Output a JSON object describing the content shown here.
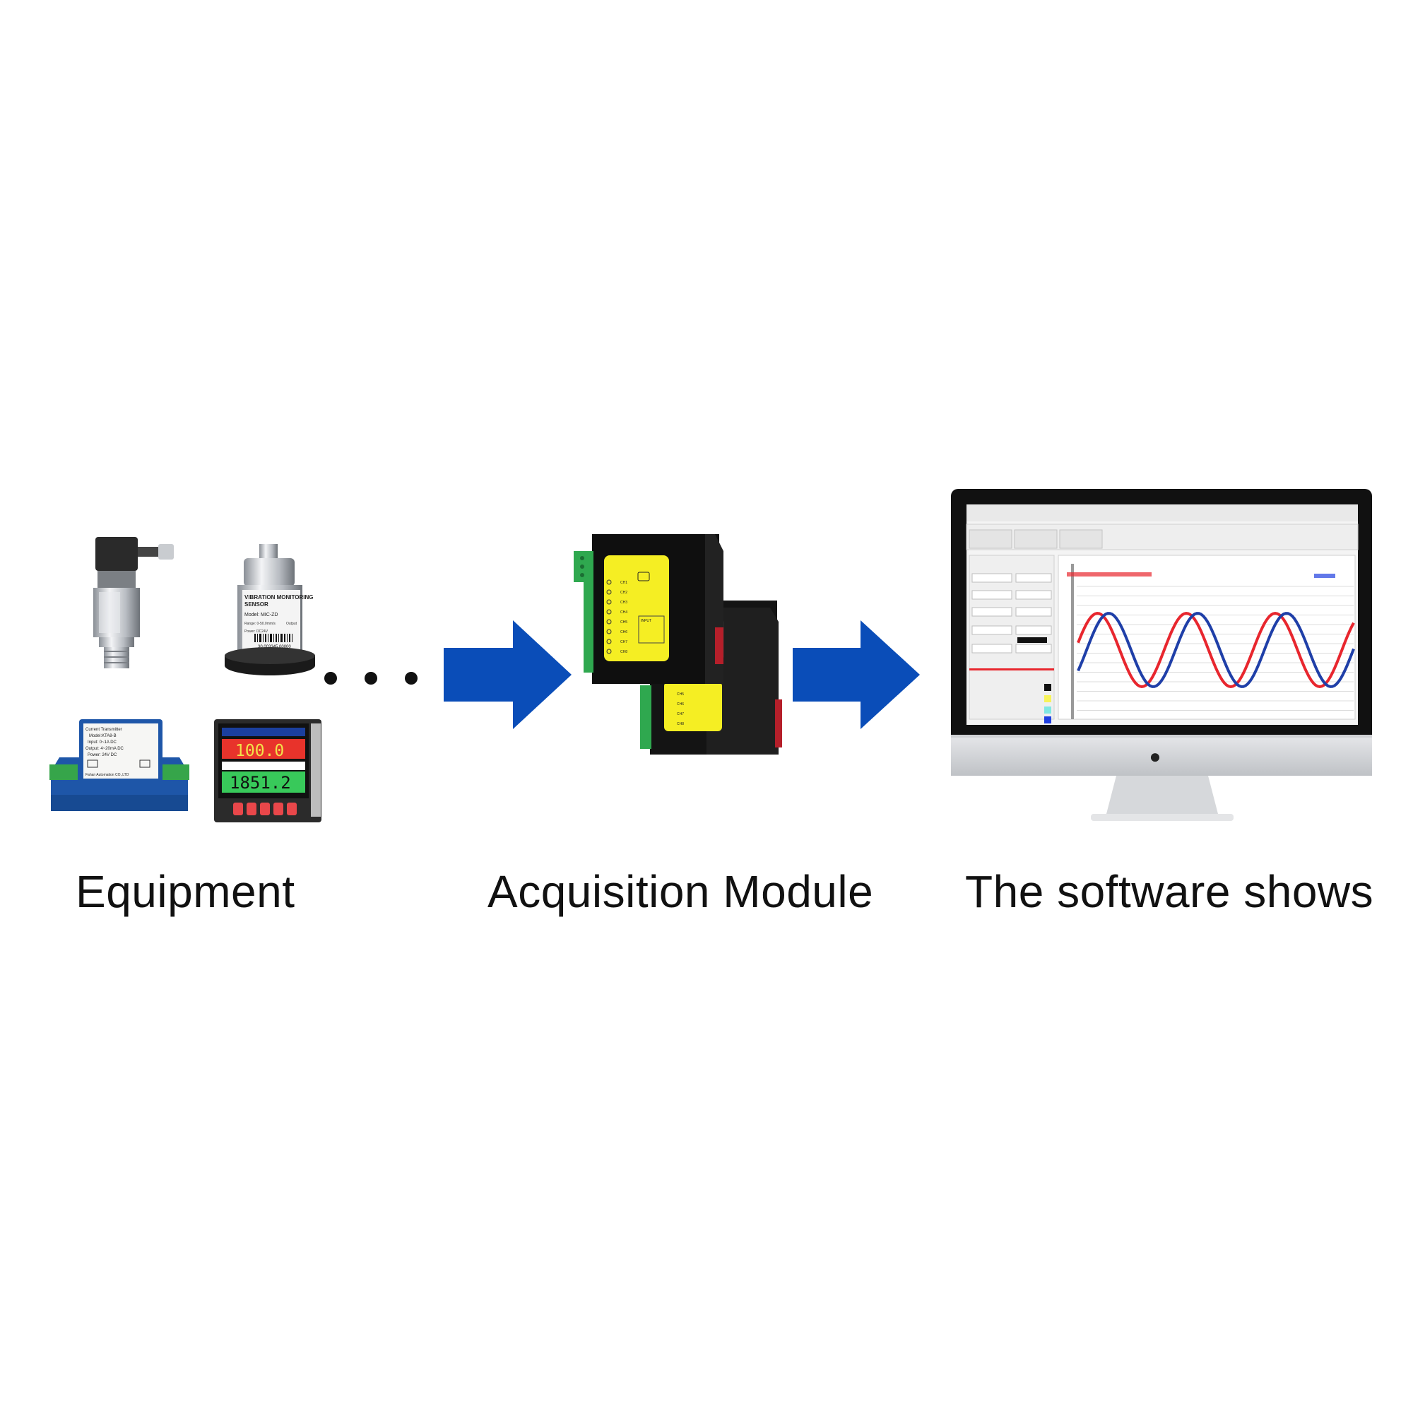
{
  "stages": {
    "equipment": {
      "label": "Equipment"
    },
    "module": {
      "label": "Acquisition Module"
    },
    "software": {
      "label": "The software shows"
    }
  },
  "devices": {
    "vibration_sensor": {
      "line1": "VIBRATION MONITORING",
      "line2": "SENSOR",
      "model": "Model: MIC-ZD",
      "range": "Range: 0-50.0mm/s",
      "output": "Output",
      "power": "Power: DC24V",
      "serial": "30 003345 00000"
    },
    "current_transmitter": {
      "title": "Current Transmitter",
      "model": "Model:KTA8-B",
      "input": "Input: 0~1A DC",
      "output": "Output: 4~20mA DC",
      "power": "Power: 24V DC",
      "maker": "Fahan Automation CO.,LTD"
    },
    "panel_meter": {
      "value_top": "100.0",
      "value_bottom": "1851.2"
    }
  },
  "acquisition_module": {
    "input_label": "INPUT",
    "channels_front": [
      "CH1",
      "CH2",
      "CH3",
      "CH4",
      "CH5",
      "CH6",
      "CH7",
      "CH8"
    ],
    "channels_back": [
      "CH5",
      "CH6",
      "CH7",
      "CH8"
    ]
  },
  "colors": {
    "arrow": "#0a4db8",
    "module_label": "#f5ee23",
    "terminal": "#2fa84f",
    "wave_red": "#e8262e",
    "wave_blue": "#1f3fa8"
  }
}
